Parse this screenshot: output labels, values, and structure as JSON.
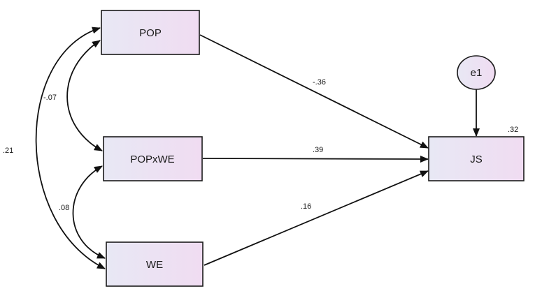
{
  "nodes": {
    "pop": {
      "label": "POP"
    },
    "popxwe": {
      "label": "POPxWE"
    },
    "we": {
      "label": "WE"
    },
    "js": {
      "label": "JS"
    },
    "e1": {
      "label": "e1"
    }
  },
  "paths": {
    "pop_js": "-.36",
    "popxwe_js": ".39",
    "we_js": ".16"
  },
  "covariances": {
    "pop_popxwe": "-.07",
    "popxwe_we": ".08",
    "pop_we": ".21"
  },
  "r_squared": {
    "js": ".32"
  },
  "colors": {
    "box_fill_start": "#e8e8f4",
    "box_fill_end": "#f0dcf2",
    "border": "#1a1a1a",
    "arrow": "#111111"
  }
}
